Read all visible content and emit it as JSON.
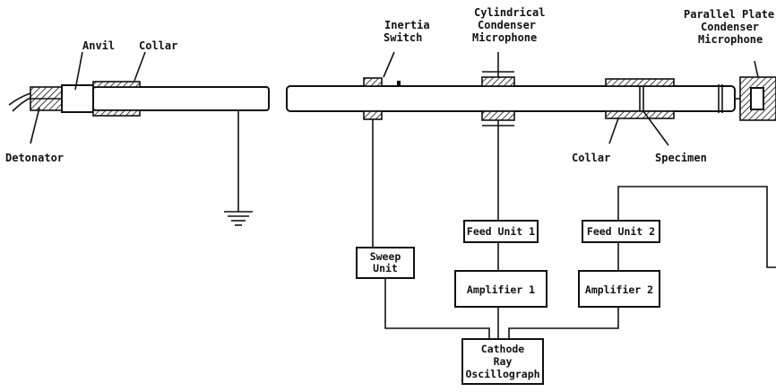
{
  "labels": {
    "anvil": "Anvil",
    "collar_left": "Collar",
    "detonator": "Detonator",
    "inertia_switch_1": "Inertia",
    "inertia_switch_2": "Switch",
    "cyl_mic_1": "Cylindrical",
    "cyl_mic_2": "Condenser",
    "cyl_mic_3": "Microphone",
    "pp_mic_1": "Parallel Plate",
    "pp_mic_2": "Condenser",
    "pp_mic_3": "Microphone",
    "collar_right": "Collar",
    "specimen": "Specimen"
  },
  "boxes": {
    "sweep_1": "Sweep",
    "sweep_2": "Unit",
    "feed_unit_1": "Feed Unit 1",
    "feed_unit_2": "Feed Unit 2",
    "amplifier_1": "Amplifier 1",
    "amplifier_2": "Amplifier 2",
    "cro_1": "Cathode",
    "cro_2": "Ray",
    "cro_3": "Oscillograph"
  }
}
